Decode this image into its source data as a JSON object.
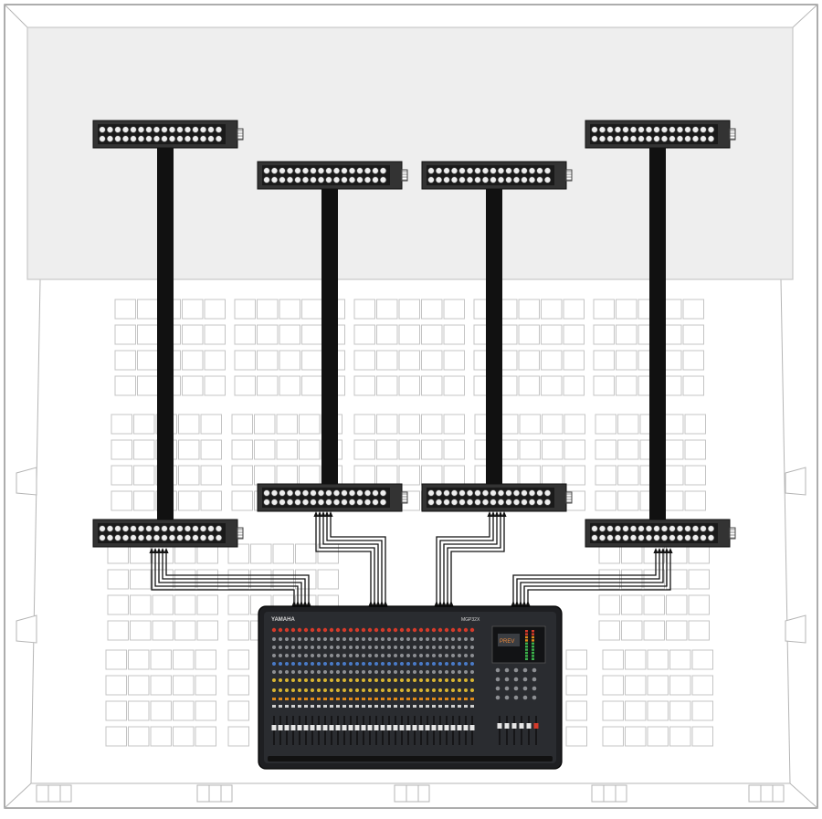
{
  "diagram": {
    "palette": {
      "room_outline": "#8a8a8a",
      "stage_fill": "#eeeeee",
      "stage_border": "#c8c8c8",
      "seat_stroke": "#c4c4c4",
      "snake_fill": "#333333",
      "snake_jack": "#eeeeee",
      "multicore": "#111111",
      "cable": "#111111",
      "mixer_body": "#1e1f22",
      "mixer_panel": "#2a2c30",
      "led_red": "#d43a2a",
      "led_orange": "#e08a1a",
      "led_green": "#3bb24a",
      "knob_yellow": "#d9b532",
      "knob_blue": "#4a7bc8"
    },
    "mixer": {
      "brand": "YAMAHA",
      "model": "MGP32X",
      "display": "PREV"
    },
    "stage_boxes": [
      "stagebox-1",
      "stagebox-2",
      "stagebox-3",
      "stagebox-4"
    ],
    "foh_boxes": [
      "foh-box-1",
      "foh-box-2",
      "foh-box-3",
      "foh-box-4"
    ],
    "cable_bundle_lines": 5
  }
}
